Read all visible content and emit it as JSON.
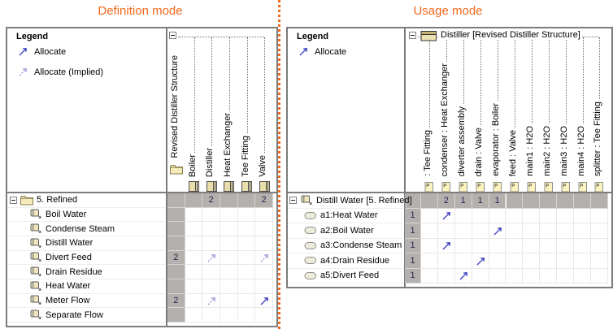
{
  "titles": {
    "definition": "Definition mode",
    "usage": "Usage mode"
  },
  "colors": {
    "accent_orange": "#F2691C",
    "allocate_arrow": "#3939BE",
    "allocate_implied_arrow": "#9191D5",
    "matrix_gray_cell": "#B3B0AD"
  },
  "definition_panel": {
    "legend": {
      "title": "Legend",
      "items": [
        {
          "icon": "allocate-arrow",
          "style": "solid",
          "label": "Allocate"
        },
        {
          "icon": "allocate-implied-arrow",
          "style": "implied",
          "label": "Allocate (Implied)"
        }
      ]
    },
    "column_root": {
      "label": "Revised Distiller Structure",
      "icon": "folder"
    },
    "columns": [
      {
        "label": "Boiler",
        "icon": "block"
      },
      {
        "label": "Distiller",
        "icon": "block"
      },
      {
        "label": "Heat Exchanger",
        "icon": "block"
      },
      {
        "label": "Tee Fitting",
        "icon": "block"
      },
      {
        "label": "Valve",
        "icon": "block"
      }
    ],
    "row_root": {
      "label": "5. Refined",
      "icon": "folder",
      "cells": [
        "",
        "",
        "2",
        "",
        "",
        "2"
      ]
    },
    "rows": [
      {
        "label": "Boil Water",
        "icon": "activity",
        "total": "",
        "marks": []
      },
      {
        "label": "Condense Steam",
        "icon": "activity",
        "total": "",
        "marks": []
      },
      {
        "label": "Distill Water",
        "icon": "activity",
        "total": "",
        "marks": []
      },
      {
        "label": "Divert Feed",
        "icon": "activity",
        "total": "2",
        "marks": [
          {
            "column": "Distiller",
            "col": 1,
            "type": "implied"
          },
          {
            "column": "Valve",
            "col": 4,
            "type": "implied"
          }
        ]
      },
      {
        "label": "Drain Residue",
        "icon": "activity",
        "total": "",
        "marks": []
      },
      {
        "label": "Heat Water",
        "icon": "activity",
        "total": "",
        "marks": []
      },
      {
        "label": "Meter Flow",
        "icon": "activity",
        "total": "2",
        "marks": [
          {
            "column": "Distiller",
            "col": 1,
            "type": "implied"
          },
          {
            "column": "Valve",
            "col": 4,
            "type": "solid"
          }
        ]
      },
      {
        "label": "Separate Flow",
        "icon": "activity",
        "total": "",
        "marks": []
      }
    ]
  },
  "usage_panel": {
    "legend": {
      "title": "Legend",
      "items": [
        {
          "icon": "allocate-arrow",
          "style": "solid",
          "label": "Allocate"
        }
      ]
    },
    "header": {
      "label": "Distiller [Revised Distiller Structure]",
      "icon": "block-header"
    },
    "columns": [
      {
        "label": ": Tee Fitting",
        "icon": "part"
      },
      {
        "label": "condenser : Heat Exchanger",
        "icon": "part"
      },
      {
        "label": "diverter assembly",
        "icon": "part"
      },
      {
        "label": "drain : Valve",
        "icon": "part"
      },
      {
        "label": "evaporator : Boiler",
        "icon": "part"
      },
      {
        "label": "feed : Valve",
        "icon": "part"
      },
      {
        "label": "main1 : H2O",
        "icon": "part"
      },
      {
        "label": "main2 : H2O",
        "icon": "part"
      },
      {
        "label": "main3 : H2O",
        "icon": "part"
      },
      {
        "label": "main4 : H2O",
        "icon": "part"
      },
      {
        "label": "splitter : Tee Fitting",
        "icon": "part"
      }
    ],
    "row_root": {
      "label": "Distill Water [5. Refined]",
      "icon": "activity",
      "total": "",
      "cells": [
        "",
        "2",
        "1",
        "1",
        "1",
        "",
        "",
        "",
        "",
        "",
        ""
      ]
    },
    "rows": [
      {
        "label": "a1:Heat Water",
        "icon": "action",
        "total": "1",
        "marks": [
          {
            "column": "condenser : Heat Exchanger",
            "col": 1,
            "type": "solid"
          }
        ]
      },
      {
        "label": "a2:Boil Water",
        "icon": "action",
        "total": "1",
        "marks": [
          {
            "column": "evaporator : Boiler",
            "col": 4,
            "type": "solid"
          }
        ]
      },
      {
        "label": "a3:Condense Steam",
        "icon": "action",
        "total": "1",
        "marks": [
          {
            "column": "condenser : Heat Exchanger",
            "col": 1,
            "type": "solid"
          }
        ]
      },
      {
        "label": "a4:Drain Residue",
        "icon": "action",
        "total": "1",
        "marks": [
          {
            "column": "drain : Valve",
            "col": 3,
            "type": "solid"
          }
        ]
      },
      {
        "label": "a5:Divert Feed",
        "icon": "action",
        "total": "1",
        "marks": [
          {
            "column": "diverter assembly",
            "col": 2,
            "type": "solid"
          }
        ]
      }
    ]
  }
}
